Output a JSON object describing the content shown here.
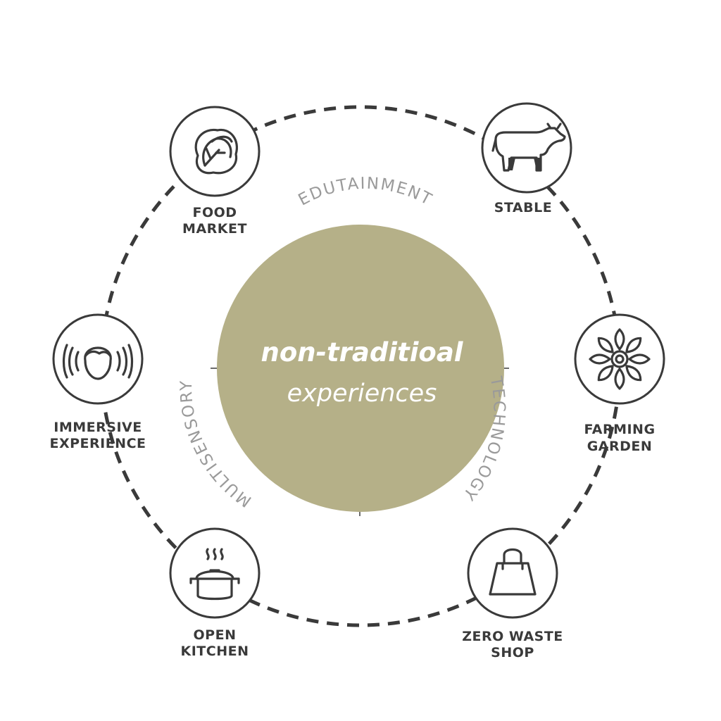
{
  "hub": {
    "title": "non-traditioal",
    "subtitle": "experiences",
    "color": "#b5b088"
  },
  "themes": [
    {
      "id": "edutainment",
      "label": "EDUTAINMENT"
    },
    {
      "id": "technology",
      "label": "TECHNOLOGY"
    },
    {
      "id": "multisensory",
      "label": "MULTISENSORY"
    }
  ],
  "nodes": [
    {
      "id": "food-market",
      "icon": "lettuce-icon",
      "lines": [
        "FOOD",
        "MARKET"
      ]
    },
    {
      "id": "stable",
      "icon": "cow-icon",
      "lines": [
        "STABLE"
      ]
    },
    {
      "id": "farming-garden",
      "icon": "flower-icon",
      "lines": [
        "FARMING",
        "GARDEN"
      ]
    },
    {
      "id": "zero-waste-shop",
      "icon": "shopping-bag-icon",
      "lines": [
        "ZERO WASTE",
        "SHOP"
      ]
    },
    {
      "id": "open-kitchen",
      "icon": "cooking-pot-icon",
      "lines": [
        "OPEN",
        "KITCHEN"
      ]
    },
    {
      "id": "immersive-experience",
      "icon": "listening-head-icon",
      "lines": [
        "IMMERSIVE",
        "EXPERIENCE"
      ]
    }
  ],
  "colors": {
    "ink": "#3a3a3a",
    "arc_text": "#9a9a9a",
    "ring": "#3a3a3a"
  }
}
